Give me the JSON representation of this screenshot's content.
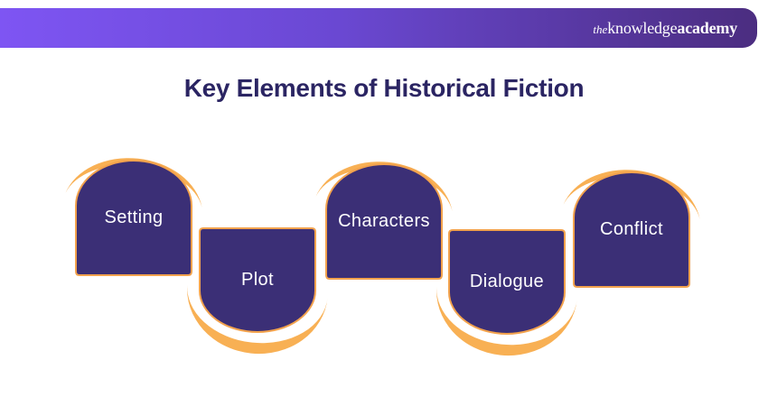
{
  "header": {
    "logo": {
      "prefix": "the",
      "name": "knowledge",
      "suffix": "academy"
    }
  },
  "title": "Key Elements of Historical Fiction",
  "diagram": {
    "elements": [
      {
        "label": "Setting",
        "orientation": "arch-up"
      },
      {
        "label": "Plot",
        "orientation": "arch-down"
      },
      {
        "label": "Characters",
        "orientation": "arch-up"
      },
      {
        "label": "Dialogue",
        "orientation": "arch-down"
      },
      {
        "label": "Conflict",
        "orientation": "arch-up"
      }
    ]
  },
  "colors": {
    "background": "#FFFFFF",
    "header_gradient_start": "#7E55F3",
    "header_gradient_end": "#4B2D80",
    "title_text": "#2B2563",
    "shape_fill": "#3B2F76",
    "shape_outline": "#F2A24D",
    "arc_accent": "#F8B054",
    "label_text": "#FFFFFF"
  }
}
